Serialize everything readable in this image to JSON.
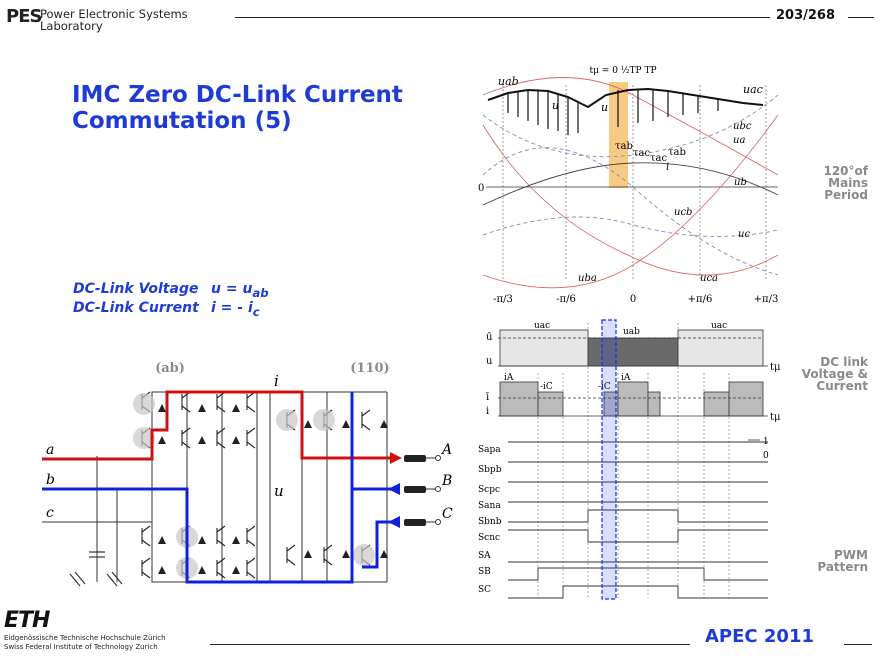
{
  "header": {
    "logo": "PES",
    "lab_line1": "Power Electronic Systems",
    "lab_line2": "Laboratory",
    "page": "203/268"
  },
  "title": {
    "line1": "IMC Zero DC-Link Current",
    "line2": "Commutation  (5)"
  },
  "definitions": {
    "voltage_label": "DC-Link Voltage",
    "voltage_eq": "u = u",
    "voltage_sub": "ab",
    "current_label": "DC-Link Current",
    "current_eq": "i  = - i",
    "current_sub": "c"
  },
  "side_labels": {
    "mains_1": "120°of",
    "mains_2": "Mains",
    "mains_3": "Period",
    "dclink_1": "DC link",
    "dclink_2": "Voltage &",
    "dclink_3": "Current",
    "pwm_1": "PWM",
    "pwm_2": "Pattern"
  },
  "circuit": {
    "state_left": "(ab)",
    "state_right": "(110)",
    "i_label": "i",
    "u_label": "u",
    "in_a": "a",
    "in_b": "b",
    "in_c": "c",
    "out_A": "A",
    "out_B": "B",
    "out_C": "C",
    "colors": {
      "red": "#d01010",
      "blue": "#1020e0"
    }
  },
  "waveform": {
    "top_label": "tμ = 0  ½TP  TP",
    "labels": [
      "uab",
      "u",
      "u",
      "uac",
      "ubc",
      "ua",
      "τab",
      "τac",
      "τac",
      "τab",
      "i",
      "ub",
      "ucb",
      "uc",
      "uba",
      "uca"
    ],
    "zero": "0",
    "x_ticks": [
      "-π/3",
      "-π/6",
      "0",
      "+π/6",
      "+π/3"
    ],
    "highlight_color": "#f5c070"
  },
  "dclink": {
    "u_bar": "ū",
    "u": "u",
    "i_bar": "ī",
    "i": "i",
    "t_mu": "tμ",
    "seg_labels": [
      "uac",
      "uab",
      "uac"
    ],
    "current_labels": [
      "iA",
      "-iC",
      "-iC",
      "iA"
    ]
  },
  "pwm": {
    "rows": [
      "Sapa",
      "Sbpb",
      "Scpc",
      "Sana",
      "Sbnb",
      "Scnc",
      "SA",
      "SB",
      "SC"
    ],
    "level_1": "1",
    "level_0": "0"
  },
  "footer": {
    "eth": "ETH",
    "eth_sub1": "Eidgenössische Technische Hochschule Zürich",
    "eth_sub2": "Swiss Federal Institute of Technology Zurich",
    "conf": "APEC 2011"
  }
}
